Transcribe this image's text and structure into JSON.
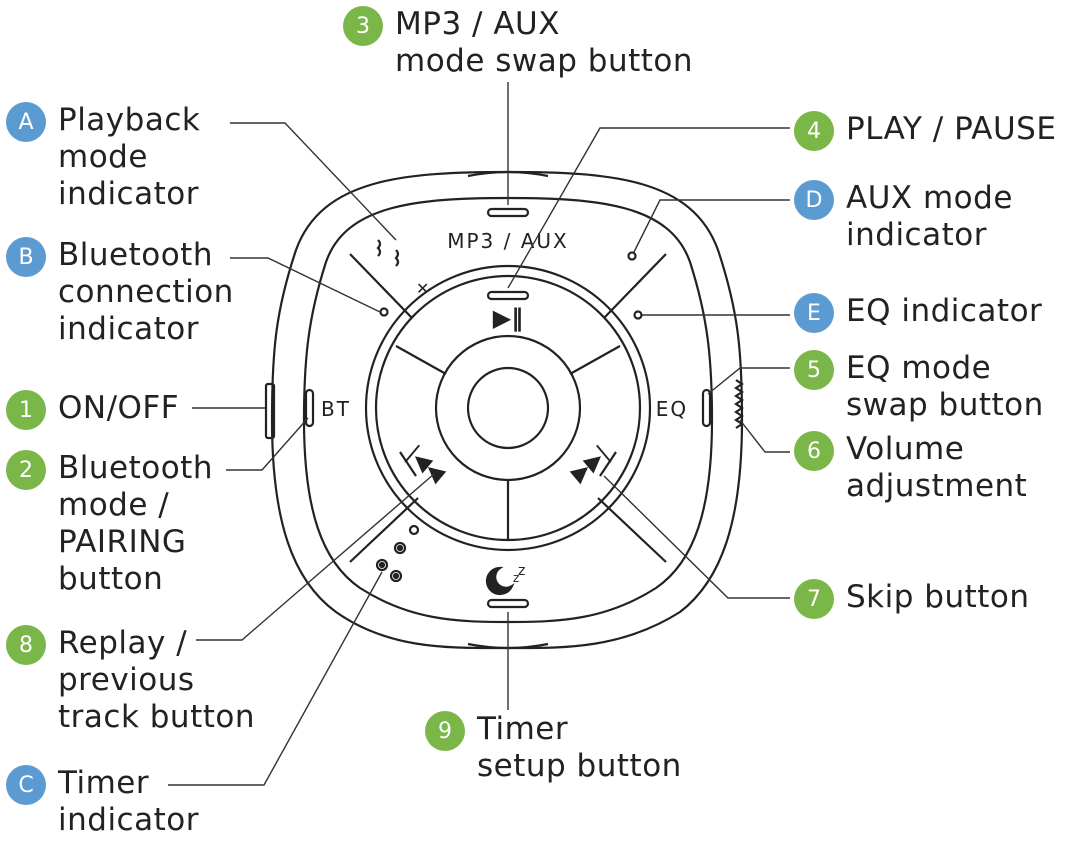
{
  "device": {
    "top_label": "MP3 / AUX",
    "bt_label": "BT",
    "eq_label": "EQ"
  },
  "callouts": [
    {
      "key": "3",
      "color": "green",
      "text": "MP3 / AUX\nmode swap button"
    },
    {
      "key": "A",
      "color": "blue",
      "text": "Playback\nmode\nindicator"
    },
    {
      "key": "4",
      "color": "green",
      "text": "PLAY / PAUSE"
    },
    {
      "key": "D",
      "color": "blue",
      "text": "AUX mode\nindicator"
    },
    {
      "key": "B",
      "color": "blue",
      "text": "Bluetooth\nconnection\nindicator"
    },
    {
      "key": "E",
      "color": "blue",
      "text": "EQ indicator"
    },
    {
      "key": "5",
      "color": "green",
      "text": "EQ mode\nswap button"
    },
    {
      "key": "1",
      "color": "green",
      "text": "ON/OFF"
    },
    {
      "key": "6",
      "color": "green",
      "text": "Volume\nadjustment"
    },
    {
      "key": "2",
      "color": "green",
      "text": "Bluetooth\nmode /\nPAIRING\nbutton"
    },
    {
      "key": "7",
      "color": "green",
      "text": "Skip button"
    },
    {
      "key": "8",
      "color": "green",
      "text": "Replay /\nprevious\ntrack button"
    },
    {
      "key": "9",
      "color": "green",
      "text": "Timer\nsetup button"
    },
    {
      "key": "C",
      "color": "blue",
      "text": "Timer\nindicator"
    }
  ],
  "colors": {
    "green": "#7ab648",
    "blue": "#5c9ad2",
    "line": "#222222"
  }
}
